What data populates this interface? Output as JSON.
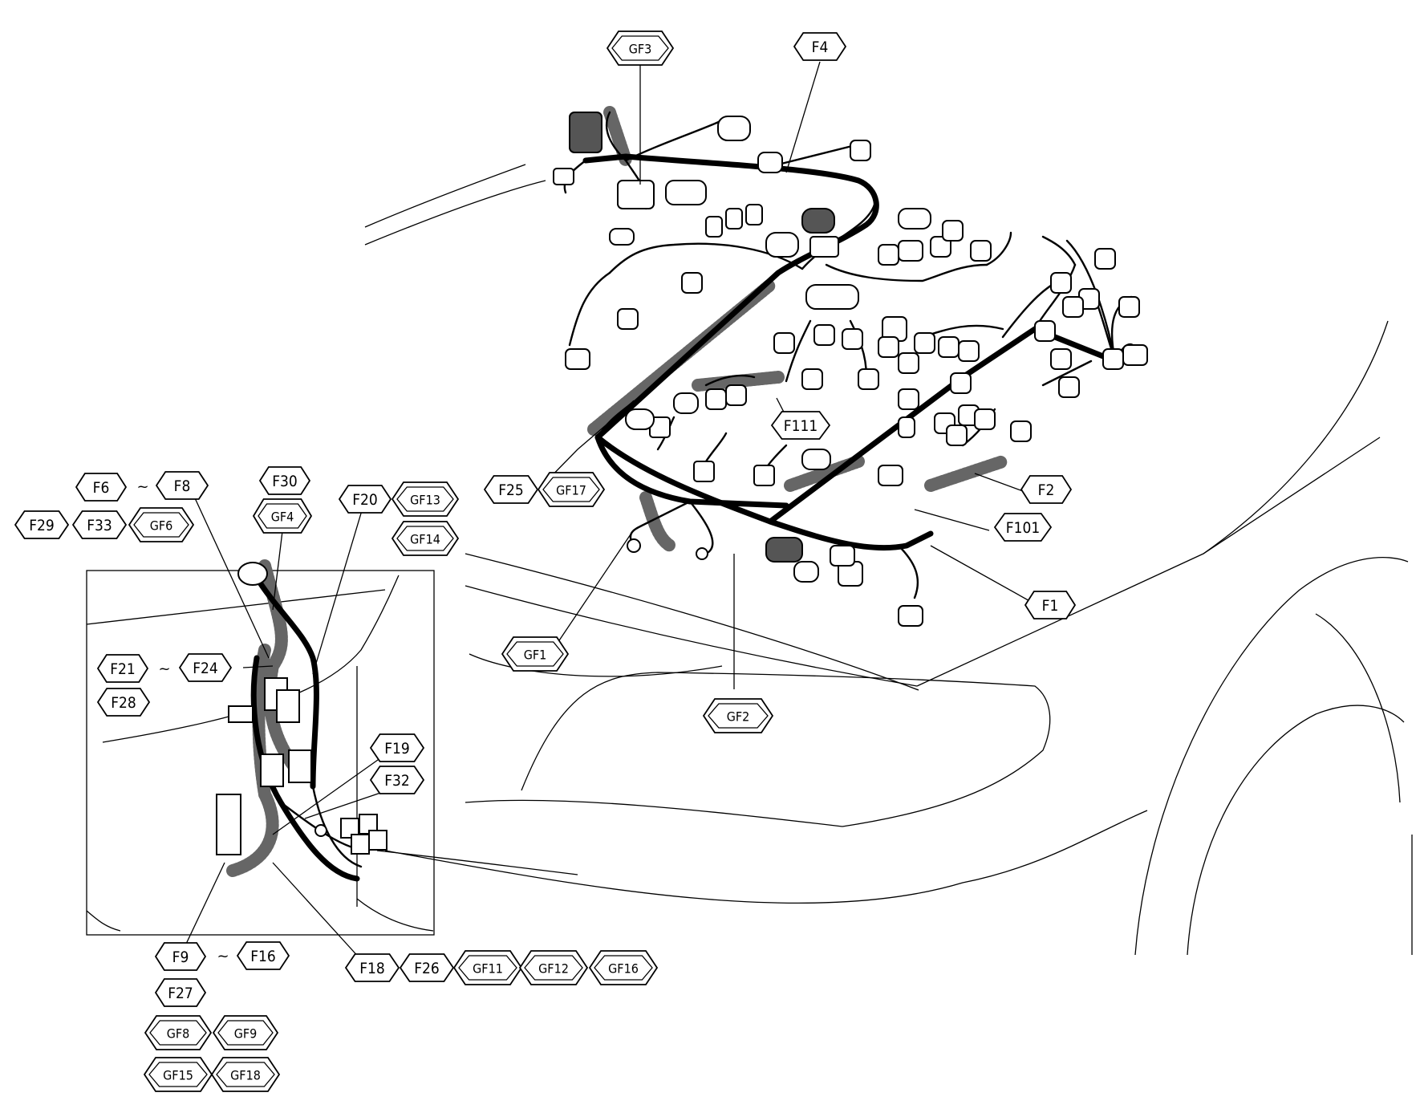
{
  "labels": {
    "GF3": "GF3",
    "F4": "F4",
    "F6": "F6",
    "F8": "F8",
    "F29": "F29",
    "F33": "F33",
    "GF6": "GF6",
    "F30": "F30",
    "GF4": "GF4",
    "F20": "F20",
    "GF13": "GF13",
    "GF14": "GF14",
    "F21": "F21",
    "F24": "F24",
    "F28": "F28",
    "F19": "F19",
    "F32": "F32",
    "F9": "F9",
    "F16": "F16",
    "F27": "F27",
    "GF8": "GF8",
    "GF9": "GF9",
    "GF15": "GF15",
    "GF18": "GF18",
    "F18": "F18",
    "F26": "F26",
    "GF11": "GF11",
    "GF12": "GF12",
    "GF16": "GF16",
    "F25": "F25",
    "GF17": "GF17",
    "F111": "F111",
    "F2": "F2",
    "F101": "F101",
    "F1": "F1",
    "GF1": "GF1",
    "GF2": "GF2"
  },
  "range_separator": "~"
}
